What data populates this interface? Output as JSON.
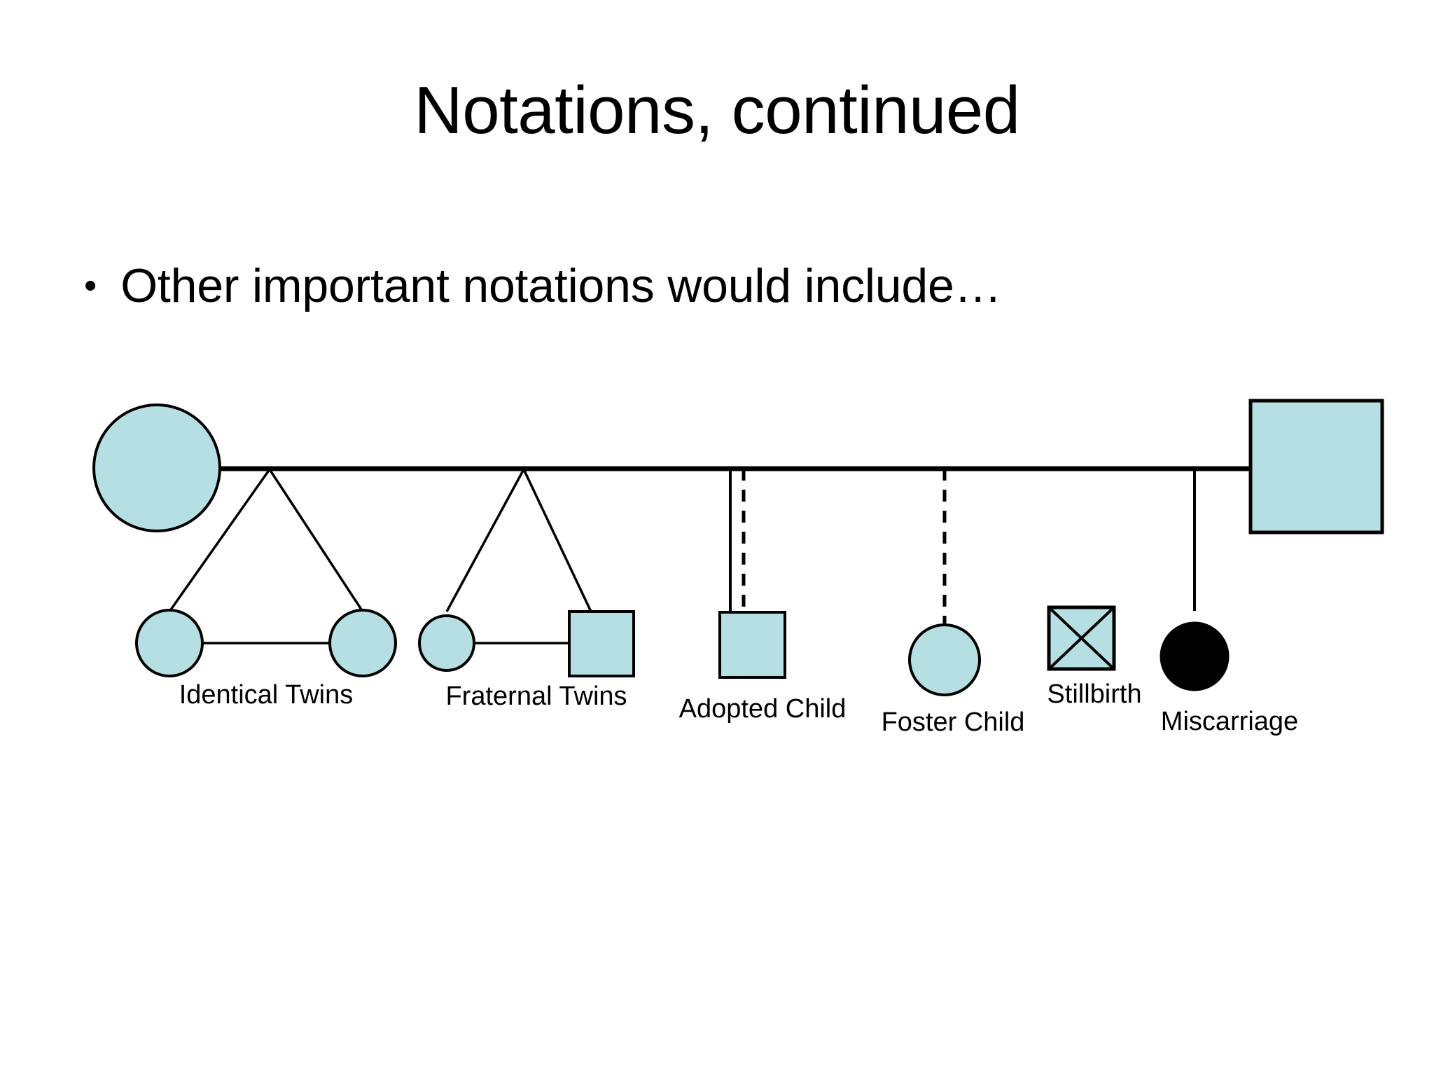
{
  "slide": {
    "title": "Notations, continued",
    "background_color": "#ffffff",
    "bullets": [
      {
        "marker": "•",
        "text": "Other important notations would include…"
      }
    ]
  },
  "diagram": {
    "name": "pedigree-notation-diagram",
    "colors": {
      "symbol_fill": "#b5dfe2",
      "symbol_stroke": "#000000",
      "filled_symbol": "#000000",
      "line": "#000000"
    },
    "parents": [
      {
        "name": "mother-circle",
        "shape": "circle",
        "fill": "#b5dfe2"
      },
      {
        "name": "father-square",
        "shape": "square",
        "fill": "#b5dfe2"
      }
    ],
    "items": [
      {
        "key": "identical-twins",
        "label": "Identical Twins",
        "shapes": [
          "circle",
          "circle"
        ],
        "connector": "twin-triangle-with-bar",
        "line_style": "solid"
      },
      {
        "key": "fraternal-twins",
        "label": "Fraternal Twins",
        "shapes": [
          "circle",
          "square"
        ],
        "connector": "twin-triangle-with-bar",
        "line_style": "solid"
      },
      {
        "key": "adopted-child",
        "label": "Adopted Child",
        "shapes": [
          "square"
        ],
        "connector": "solid-and-dashed-line",
        "line_style": "solid+dashed"
      },
      {
        "key": "foster-child",
        "label": "Foster Child",
        "shapes": [
          "circle"
        ],
        "connector": "dashed-line",
        "line_style": "dashed"
      },
      {
        "key": "stillbirth",
        "label": "Stillbirth",
        "shapes": [
          "square-with-x"
        ],
        "connector": "none",
        "line_style": "none"
      },
      {
        "key": "miscarriage",
        "label": "Miscarriage",
        "shapes": [
          "filled-circle"
        ],
        "connector": "solid-line",
        "line_style": "solid"
      }
    ]
  }
}
